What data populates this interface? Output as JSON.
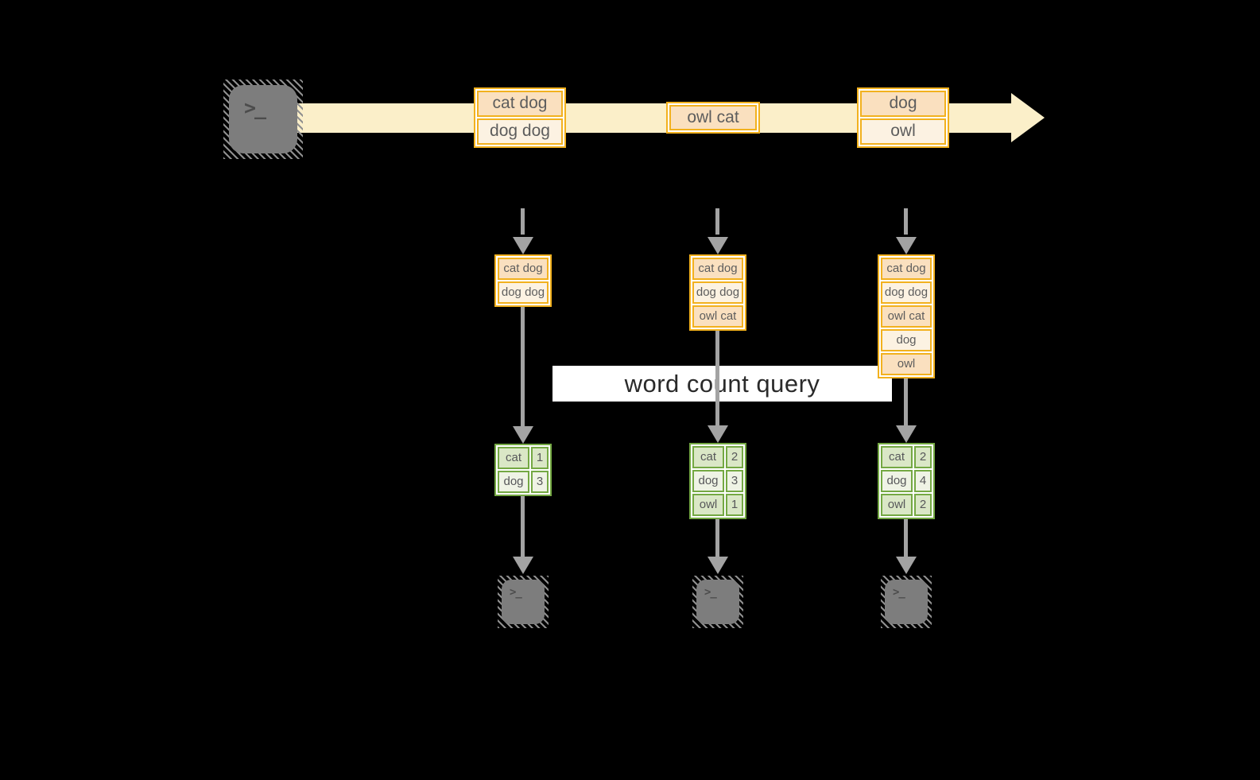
{
  "diagram": {
    "query_label": "word count query",
    "terminal_glyph": ">_"
  },
  "stream_batches": [
    {
      "rows": [
        "cat dog",
        "dog dog"
      ]
    },
    {
      "rows": [
        "owl cat"
      ]
    },
    {
      "rows": [
        "dog",
        "owl"
      ]
    }
  ],
  "columns": [
    {
      "batch_rows": [
        "cat dog",
        "dog dog"
      ],
      "counts": [
        {
          "word": "cat",
          "value": "1"
        },
        {
          "word": "dog",
          "value": "3"
        }
      ]
    },
    {
      "batch_rows": [
        "cat dog",
        "dog dog",
        "owl cat"
      ],
      "counts": [
        {
          "word": "cat",
          "value": "2"
        },
        {
          "word": "dog",
          "value": "3"
        },
        {
          "word": "owl",
          "value": "1"
        }
      ]
    },
    {
      "batch_rows": [
        "cat dog",
        "dog dog",
        "owl cat",
        "dog",
        "owl"
      ],
      "counts": [
        {
          "word": "cat",
          "value": "2"
        },
        {
          "word": "dog",
          "value": "4"
        },
        {
          "word": "owl",
          "value": "2"
        }
      ]
    }
  ],
  "colors": {
    "gold_border": "#F2B11E",
    "peach_cell": "#FAE0BF",
    "cream_cell": "#FCF2E2",
    "stream_band": "#FBEFC9",
    "green_border": "#74A843",
    "green_cell_dark": "#DAE7C6",
    "green_cell_light": "#EFF3E5",
    "arrow_gray": "#A3A3A3",
    "terminal_gray": "#7D7D7D"
  }
}
